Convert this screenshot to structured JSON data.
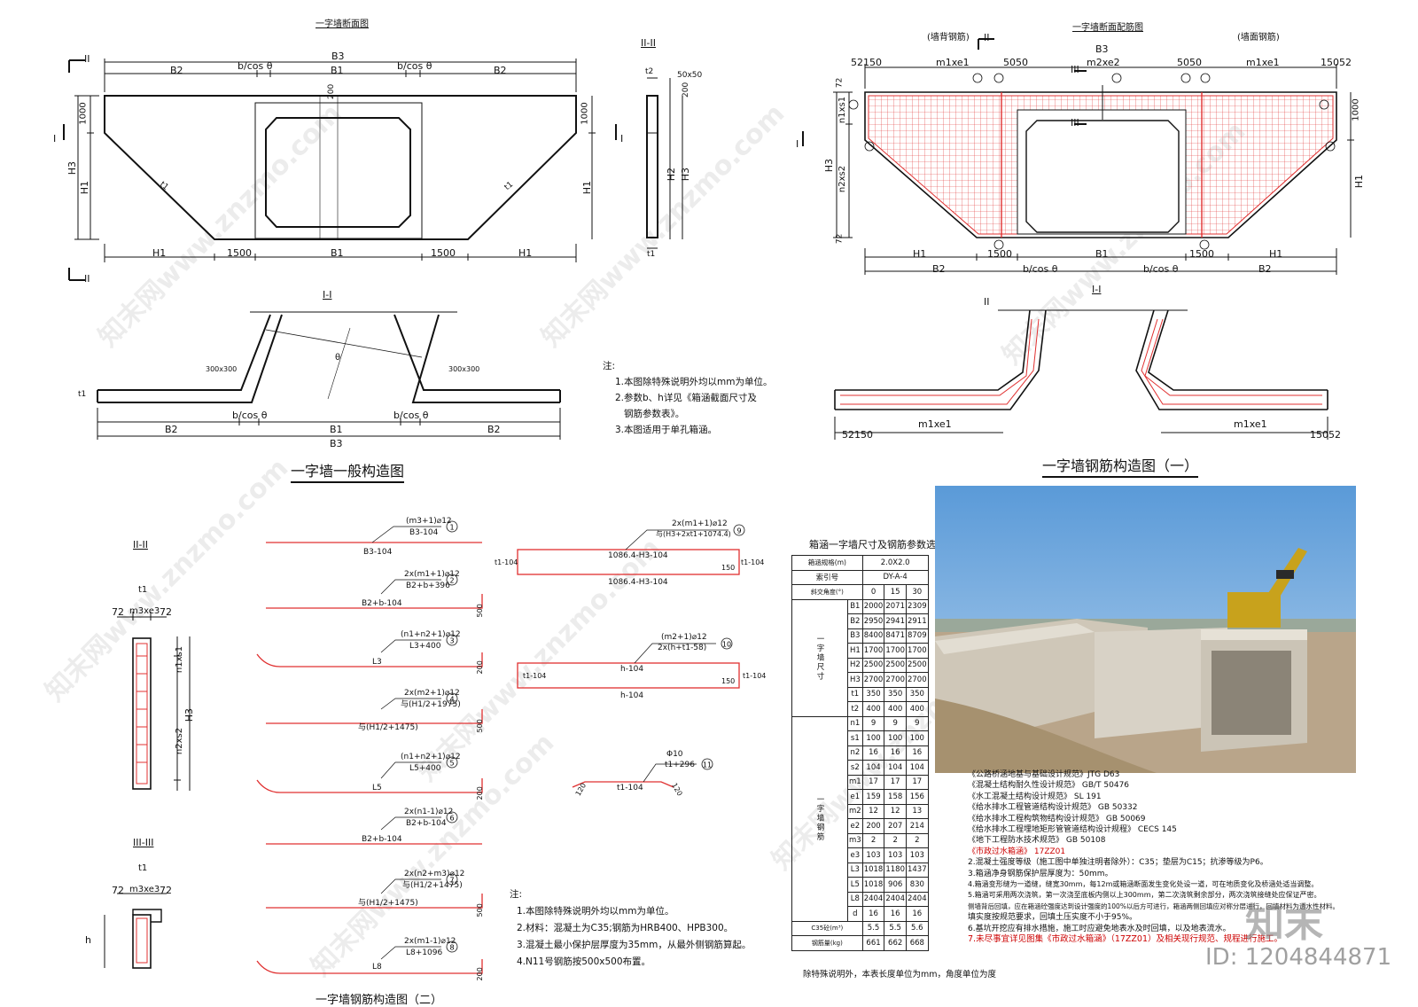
{
  "titles": {
    "wall_section": "一字墙断面图",
    "wall_rebar_section": "一字墙断面配筋图",
    "general": "一字墙一般构造图",
    "rebar1": "一字墙钢筋构造图（一）",
    "rebar2": "一字墙钢筋构造图（二）",
    "table": "箱涵一字墙尺寸及钢筋参数选用表"
  },
  "section_marks": {
    "I": "I",
    "II": "II",
    "III": "III",
    "I_I": "I-I",
    "II_II": "II-II",
    "III_III": "III-III"
  },
  "dims": {
    "B1": "B1",
    "B2": "B2",
    "B3": "B3",
    "H1": "H1",
    "H2": "H2",
    "H3": "H3",
    "t1": "t1",
    "t2": "t2",
    "bcos": "b/cos θ",
    "d1500": "1500",
    "d1000": "1000",
    "d200": "200",
    "d5050": "50x50",
    "d300": "300x300",
    "theta": "θ",
    "m1e1": "m1xe1",
    "m2e2": "m2xe2",
    "d5050b": "5050",
    "d52150": "52150",
    "d15052": "15052",
    "n1s1": "n1xs1",
    "n2s2": "n2xs2",
    "d72": "72",
    "back": "(墙背钢筋)",
    "face": "(墙面钢筋)",
    "m3e3": "m3xe3",
    "h": "h"
  },
  "notes1": {
    "head": "注:",
    "l1": "1.本图除特殊说明外均以mm为单位。",
    "l2": "2.参数b、h详见《箱涵截面尺寸及",
    "l3": "钢筋参数表》。",
    "l4": "3.本图适用于单孔箱涵。"
  },
  "notes2": {
    "head": "注:",
    "l1": "1.本图除特殊说明外均以mm为单位。",
    "l2": "2.材料：混凝土为C35;钢筋为HRB400、HPB300。",
    "l3": "3.混凝土最小保护层厚度为35mm，从最外侧钢筋算起。",
    "l4": "4.N11号钢筋按500x500布置。"
  },
  "bars": {
    "b1a": "(m3+1)⌀12",
    "b1b": "B3-104",
    "b2a": "2x(m1+1)⌀12",
    "b2b": "B2+b+396",
    "b2c": "B2+b-104",
    "b3a": "(n1+n2+1)⌀12",
    "b3b": "L3+400",
    "b3c": "L3",
    "b4a": "2x(m2+1)⌀12",
    "b4b": "与(H1/2+1975)",
    "b4c": "与(H1/2+1475)",
    "b5a": "(n1+n2+1)⌀12",
    "b5b": "L5+400",
    "b5c": "L5",
    "b6a": "2x(n1-1)⌀12",
    "b6b": "B2+b-104",
    "b6c": "B2+b-104",
    "b7a": "2x(n2+m3)⌀12",
    "b7b": "与(H1/2+1475)",
    "b7c": "与(H1/2+1475)",
    "b8a": "2x(m1-1)⌀12",
    "b8b": "L8+1096",
    "b8c": "L8",
    "b9a": "2x(m1+1)⌀12",
    "b9b": "与(H3+2xt1+1074.4)",
    "b9c": "1086.4-H3-104",
    "b9d": "1086.4-H3-104",
    "b10a": "(m2+1)⌀12",
    "b10b": "2x(h+t1-58)",
    "b10c": "h-104",
    "b10d": "h-104",
    "b11a": "Φ10",
    "b11b": "t1+296",
    "b11c": "t1-104",
    "t104": "t1-104",
    "d150": "150",
    "d500": "500",
    "d200": "200",
    "d120": "120"
  },
  "bar_nums": [
    "①",
    "②",
    "③",
    "④",
    "⑤",
    "⑥",
    "⑦",
    "⑧",
    "⑨",
    "⑩",
    "⑪"
  ],
  "table": {
    "r_size_h": "箱涵规格(m)",
    "r_size_v": "2.0X2.0",
    "r_idx_h": "索引号",
    "r_idx_v": "DY-A-4",
    "r_ang_h": "斜交角度(°)",
    "angles": [
      "0",
      "15",
      "30"
    ],
    "grp1": "一字墙尺寸",
    "grp2": "一字墙钢筋",
    "rows1": [
      {
        "k": "B1",
        "v": [
          "2000",
          "2071",
          "2309"
        ]
      },
      {
        "k": "B2",
        "v": [
          "2950",
          "2941",
          "2911"
        ]
      },
      {
        "k": "B3",
        "v": [
          "8400",
          "8471",
          "8709"
        ]
      },
      {
        "k": "H1",
        "v": [
          "1700",
          "1700",
          "1700"
        ]
      },
      {
        "k": "H2",
        "v": [
          "2500",
          "2500",
          "2500"
        ]
      },
      {
        "k": "H3",
        "v": [
          "2700",
          "2700",
          "2700"
        ]
      },
      {
        "k": "t1",
        "v": [
          "350",
          "350",
          "350"
        ]
      },
      {
        "k": "t2",
        "v": [
          "400",
          "400",
          "400"
        ]
      }
    ],
    "rows2": [
      {
        "k": "n1",
        "v": [
          "9",
          "9",
          "9"
        ]
      },
      {
        "k": "s1",
        "v": [
          "100",
          "100",
          "100"
        ]
      },
      {
        "k": "n2",
        "v": [
          "16",
          "16",
          "16"
        ]
      },
      {
        "k": "s2",
        "v": [
          "104",
          "104",
          "104"
        ]
      },
      {
        "k": "m1",
        "v": [
          "17",
          "17",
          "17"
        ]
      },
      {
        "k": "e1",
        "v": [
          "159",
          "158",
          "156"
        ]
      },
      {
        "k": "m2",
        "v": [
          "12",
          "12",
          "13"
        ]
      },
      {
        "k": "e2",
        "v": [
          "200",
          "207",
          "214"
        ]
      },
      {
        "k": "m3",
        "v": [
          "2",
          "2",
          "2"
        ]
      },
      {
        "k": "e3",
        "v": [
          "103",
          "103",
          "103"
        ]
      },
      {
        "k": "L3",
        "v": [
          "1018",
          "1180",
          "1437"
        ]
      },
      {
        "k": "L5",
        "v": [
          "1018",
          "906",
          "830"
        ]
      },
      {
        "k": "L8",
        "v": [
          "2404",
          "2404",
          "2404"
        ]
      },
      {
        "k": "d",
        "v": [
          "16",
          "16",
          "16"
        ]
      }
    ],
    "c35_k": "C35砼(m³)",
    "c35_v": [
      "5.5",
      "5.5",
      "5.6"
    ],
    "steel_k": "钢筋量(kg)",
    "steel_v": [
      "661",
      "662",
      "668"
    ],
    "footnote": "除特殊说明外，本表长度单位为mm，角度单位为度"
  },
  "refs": {
    "r1": "《公路桥涵地基与基础设计规范》JTG D63",
    "r2": "《混凝土结构耐久性设计规范》 GB/T 50476",
    "r3": "《水工混凝土结构设计规范》 SL 191",
    "r4": "《给水排水工程管道结构设计规范》 GB 50332",
    "r5": "《给水排水工程构筑物结构设计规范》 GB 50069",
    "r6": "《给水排水工程埋地矩形管管道结构设计规程》 CECS 145",
    "r7": "《地下工程防水技术规范》 GB 50108",
    "r8": "《市政过水箱涵》 17ZZ01",
    "r9": "2.混凝土强度等级（施工图中单独注明者除外）：C35；垫层为C15；抗渗等级为P6。",
    "r10": "3.箱涵净身钢筋保护层厚度为：50mm。",
    "r11": "4.箱涵变形缝为一道缝，缝宽30mm，每12m或箱涵断面发生变化处设一道，可在地质变化及桥涵处适当调整。",
    "r12": "5.箱涵可采用两次浇筑，第一次浇至底板内侧以上300mm，第二次浇筑剩余部分，两次浇筑接缝处应保证严密。",
    "r13": "侧墙背后回填，应在箱涵砼强度达到设计强度的100%以后方可进行，箱涵两侧回填应对称分层进行，回填材料为透水性材料。",
    "r14": "填实度按规范要求，回填土压实度不小于95%。",
    "r15": "6.基坑开挖应有排水措施，施工时应避免地表水及时回填，以及地表流水。",
    "r16": "7.未尽事宜详见图集《市政过水箱涵》（17ZZ01）及相关现行规范、规程进行施工。"
  },
  "watermark": "知末网www.znzmo.com",
  "logo": "知末",
  "image_id": "ID: 1204844871"
}
